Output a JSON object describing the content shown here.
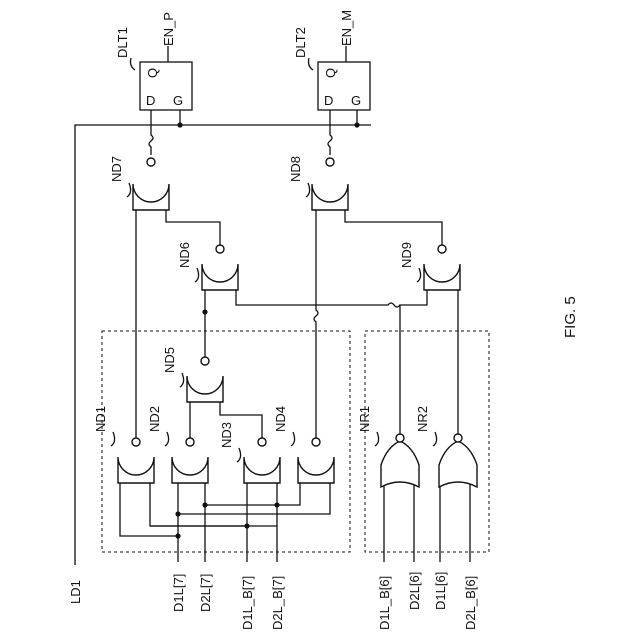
{
  "figure_label": "FIG. 5",
  "latches": [
    {
      "name": "DLT1",
      "out": "EN_P",
      "pin_q": "Q",
      "pin_d": "D",
      "pin_g": "G"
    },
    {
      "name": "DLT2",
      "out": "EN_M",
      "pin_q": "Q",
      "pin_d": "D",
      "pin_g": "G"
    }
  ],
  "gates": {
    "nd1": "ND1",
    "nd2": "ND2",
    "nd3": "ND3",
    "nd4": "ND4",
    "nd5": "ND5",
    "nd6": "ND6",
    "nd7": "ND7",
    "nd8": "ND8",
    "nd9": "ND9",
    "nr1": "NR1",
    "nr2": "NR2"
  },
  "inputs": {
    "ld1": "LD1",
    "d1l7": "D1L[7]",
    "d2l7": "D2L[7]",
    "d1lb7": "D1L_B[7]",
    "d2lb7": "D2L_B[7]",
    "d1lb6": "D1L_B[6]",
    "d2l6": "D2L[6]",
    "d1l6": "D1L[6]",
    "d2lb6": "D2L_B[6]"
  }
}
